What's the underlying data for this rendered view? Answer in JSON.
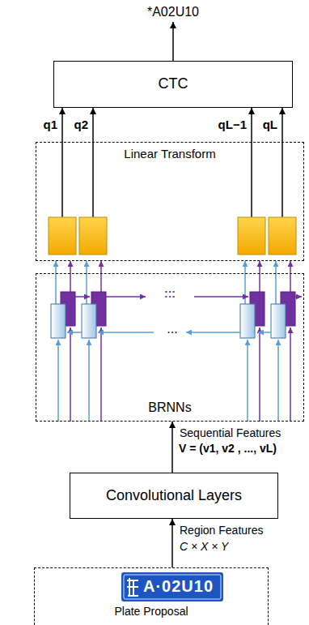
{
  "diagram": {
    "nodes": [
      {
        "text": [
          "CTC"
        ]
      },
      {
        "text": [
          "Linear Transform"
        ]
      },
      {
        "text": [
          "BRNNs"
        ]
      },
      {
        "text": [
          "Convolutional Layers"
        ]
      },
      {
        "text": [
          "Plate Proposal"
        ]
      }
    ],
    "edges": [
      {
        "from": 1,
        "to": 0,
        "arrow": "to",
        "label": "q1"
      },
      {
        "from": 1,
        "to": 0,
        "arrow": "to",
        "label": "q2"
      },
      {
        "from": 1,
        "to": 0,
        "arrow": "to",
        "label": "qL−1"
      },
      {
        "from": 1,
        "to": 0,
        "arrow": "to",
        "label": "qL"
      },
      {
        "from": 2,
        "to": 1,
        "arrow": "to"
      },
      {
        "from": 2,
        "to": 1,
        "arrow": "to"
      },
      {
        "from": 2,
        "to": 1,
        "arrow": "to"
      },
      {
        "from": 2,
        "to": 1,
        "arrow": "to"
      },
      {
        "from": 3,
        "to": 2,
        "arrow": "to",
        "label": "Sequential Features"
      },
      {
        "from": 4,
        "to": 3,
        "arrow": "to",
        "label": "Region Features"
      }
    ],
    "labels": [
      "*A02U10",
      "...",
      ":::",
      "V = (v1, v2 , ..., vL)",
      "C × X × Y",
      "A·02U10"
    ]
  }
}
